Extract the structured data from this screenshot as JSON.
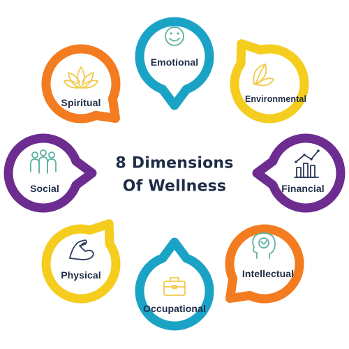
{
  "title": {
    "line1": "8 Dimensions",
    "line2": "Of  Wellness"
  },
  "colors": {
    "text": "#1e2c46",
    "teal": "#1ba3c6",
    "yellow": "#f5cd1e",
    "purple": "#6d2c8f",
    "orange": "#f47c20",
    "icon_green": "#5cb3a0",
    "icon_yellow": "#f2c94c",
    "icon_navy": "#2a3a5c"
  },
  "dimensions": [
    {
      "label": "Emotional",
      "ring_color": "#1ba3c6",
      "icon": "smiley-face-icon"
    },
    {
      "label": "Environmental",
      "ring_color": "#f5cd1e",
      "icon": "leaf-icon"
    },
    {
      "label": "Financial",
      "ring_color": "#6d2c8f",
      "icon": "bar-chart-icon"
    },
    {
      "label": "Intellectual",
      "ring_color": "#f47c20",
      "icon": "brain-head-icon"
    },
    {
      "label": "Occupational",
      "ring_color": "#1ba3c6",
      "icon": "briefcase-icon"
    },
    {
      "label": "Physical",
      "ring_color": "#f5cd1e",
      "icon": "flexed-arm-icon"
    },
    {
      "label": "Social",
      "ring_color": "#6d2c8f",
      "icon": "people-group-icon"
    },
    {
      "label": "Spiritual",
      "ring_color": "#f47c20",
      "icon": "lotus-icon"
    }
  ]
}
